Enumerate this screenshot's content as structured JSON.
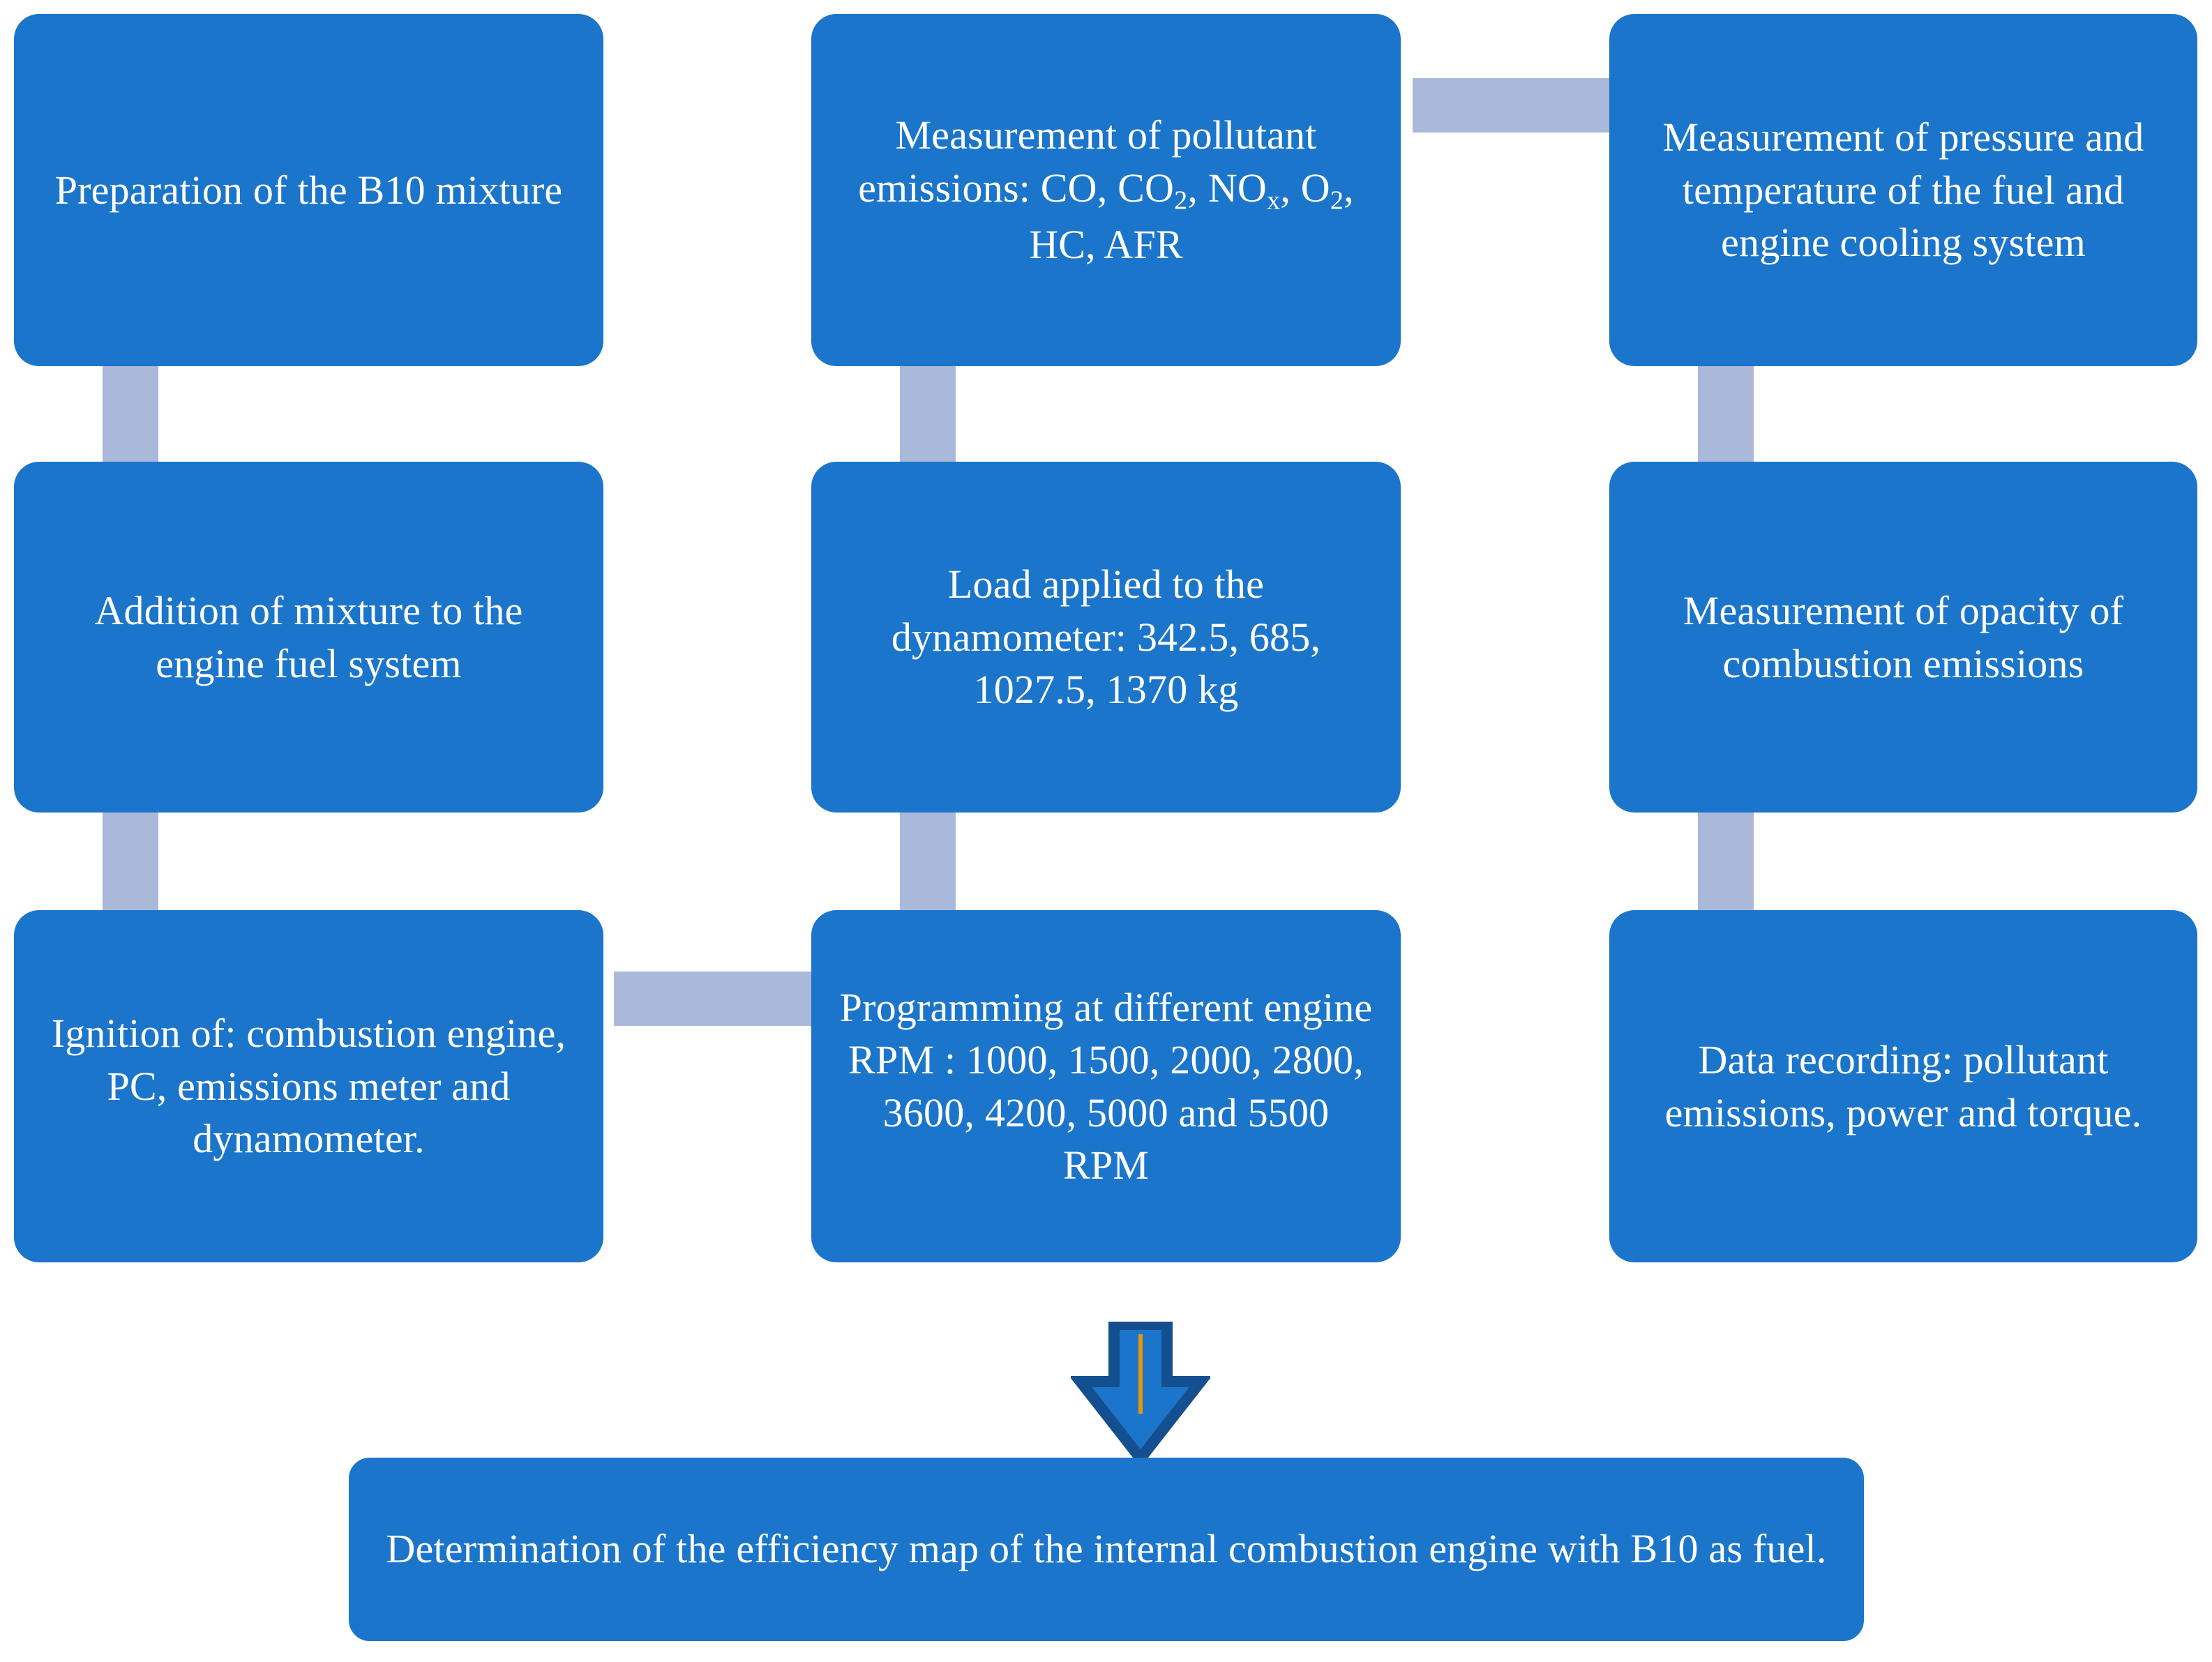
{
  "diagram": {
    "title": "Experimental methodology flowchart for B10 fuel engine testing",
    "colors": {
      "node_fill": "#1b75cb",
      "node_text": "#ffffff",
      "connector": "#aab8da",
      "arrow_fill": "#1b75cb",
      "arrow_outline": "#1b4f8a",
      "arrow_accent": "#e8940c",
      "background": "#ffffff"
    },
    "nodes": {
      "prepare_mixture": "Preparation of the B10 mixture",
      "add_mixture": "Addition of mixture to the engine fuel system",
      "ignition": "Ignition of: combustion engine, PC, emissions meter and dynamometer.",
      "measure_emissions_pre": "Measurement of pollutant emissions: CO, CO",
      "measure_emissions_mid": ", NO",
      "measure_emissions_post": ", HC, AFR",
      "measure_emissions_full": "Measurement of pollutant emissions: CO, CO2, NOx, O2, HC, AFR",
      "load_dyno": "Load applied to the dynamometer: 342.5, 685, 1027.5, 1370 kg",
      "programming_rpm": "Programming at different engine RPM : 1000, 1500, 2000, 2800, 3600, 4200, 5000 and 5500 RPM",
      "measure_pressure_temp": "Measurement of pressure and temperature of the fuel and engine cooling system",
      "measure_opacity": "Measurement of opacity of combustion emissions",
      "data_recording": "Data recording: pollutant emissions, power and torque.",
      "final_result": "Determination of the efficiency map of the internal combustion engine with B10 as fuel."
    },
    "values": {
      "dyno_loads_kg": [
        342.5,
        685,
        1027.5,
        1370
      ],
      "engine_rpm": [
        1000,
        1500,
        2000,
        2800,
        3600,
        4200,
        5000,
        5500
      ],
      "measured_species": [
        "CO",
        "CO2",
        "NOx",
        "O2",
        "HC",
        "AFR"
      ],
      "fuel_blend": "B10"
    },
    "subscripts": {
      "co2": "2",
      "nox": "x",
      "o2": "2"
    },
    "connector_count": 8
  }
}
